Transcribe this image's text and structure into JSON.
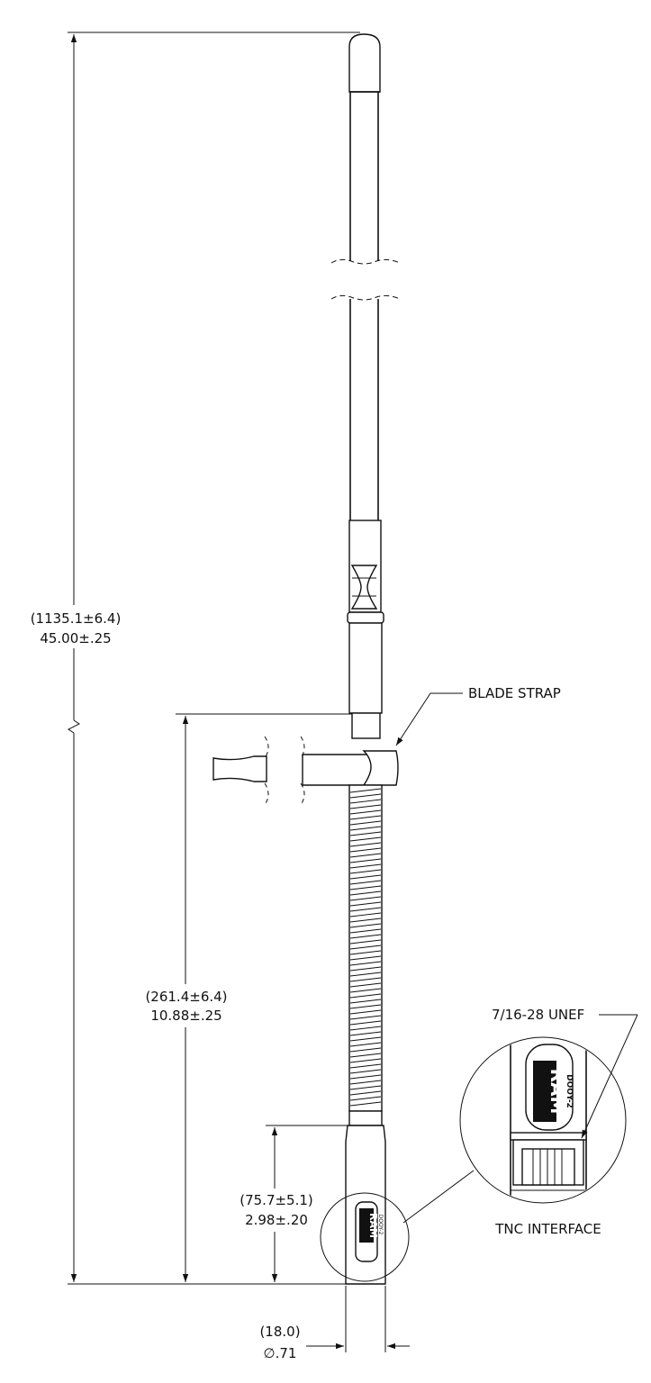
{
  "dimensions": {
    "overall_height": {
      "metric": "(1135.1±6.4)",
      "imperial": "45.00±.25"
    },
    "strap_to_base": {
      "metric": "(261.4±6.4)",
      "imperial": "10.88±.25"
    },
    "base_height": {
      "metric": "(75.7±5.1)",
      "imperial": "2.98±.20"
    },
    "diameter": {
      "metric": "(18.0)",
      "imperial": "∅.71"
    }
  },
  "callouts": {
    "blade_strap": "BLADE STRAP",
    "thread": "7/16-28 UNEF",
    "tnc_interface": "TNC INTERFACE"
  },
  "logo": {
    "brand": "RAM",
    "model": "DOOY-2"
  }
}
